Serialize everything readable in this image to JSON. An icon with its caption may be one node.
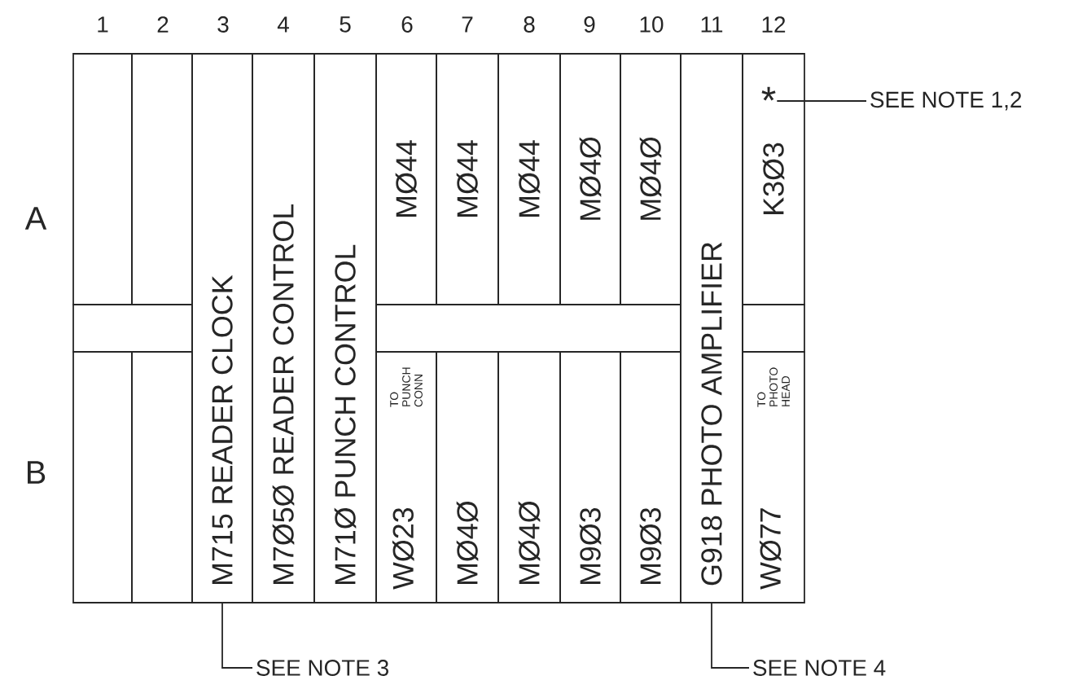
{
  "diagram": {
    "nodes": [
      {
        "text": [],
        "shape": "box"
      },
      {
        "text": [],
        "shape": "box"
      },
      {
        "text": [
          "M715 READER CLOCK"
        ]
      },
      {
        "text": [
          "M7Ø5Ø READER CONTROL"
        ]
      },
      {
        "text": [
          "M71Ø PUNCH CONTROL"
        ]
      },
      {
        "text": [
          "MØ44"
        ]
      },
      {
        "text": [
          "MØ44"
        ]
      },
      {
        "text": [
          "MØ44"
        ]
      },
      {
        "text": [
          "MØ4Ø"
        ]
      },
      {
        "text": [
          "MØ4Ø"
        ]
      },
      {
        "text": [
          "G918 PHOTO AMPLIFIER"
        ]
      },
      {
        "text": [
          "K3Ø3"
        ]
      },
      {
        "text": [
          "*"
        ],
        "in": 11
      },
      {
        "text": [],
        "shape": "box"
      },
      {
        "text": [],
        "shape": "box"
      },
      {
        "text": [],
        "shape": "box"
      },
      {
        "text": [],
        "shape": "box"
      },
      {
        "text": [],
        "shape": "box"
      },
      {
        "text": [
          "WØ23",
          "TO PUNCH CONN"
        ]
      },
      {
        "text": [
          "MØ4Ø"
        ]
      },
      {
        "text": [
          "MØ4Ø"
        ]
      },
      {
        "text": [
          "M9Ø3"
        ]
      },
      {
        "text": [
          "M9Ø3"
        ]
      },
      {
        "text": [
          "WØ77",
          "TO PHOTO HEAD"
        ]
      },
      {
        "text": [
          "SEE NOTE 1,2"
        ]
      },
      {
        "text": [
          "SEE NOTE 3"
        ]
      },
      {
        "text": [
          "SEE NOTE 4"
        ]
      }
    ],
    "edges": [
      {
        "from": 24,
        "to": 12,
        "arrow": "none"
      },
      {
        "from": 25,
        "to": 2,
        "arrow": "none"
      },
      {
        "from": 26,
        "to": 10,
        "arrow": "none"
      }
    ],
    "labels": [
      "1",
      "2",
      "3",
      "4",
      "5",
      "6",
      "7",
      "8",
      "9",
      "10",
      "11",
      "12",
      "A",
      "B"
    ]
  }
}
